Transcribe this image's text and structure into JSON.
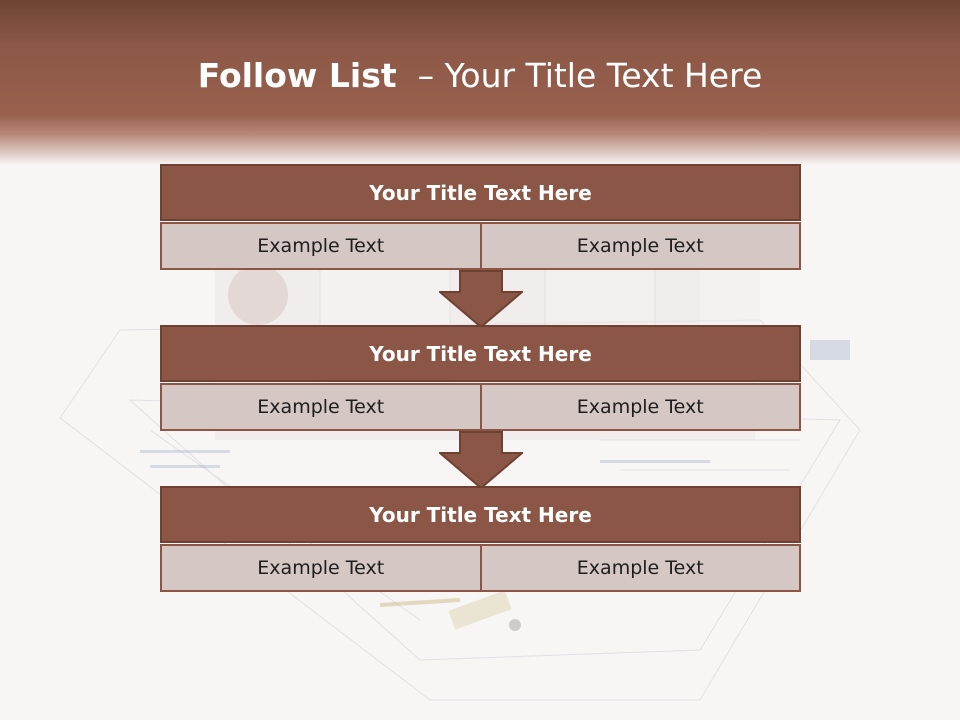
{
  "title": {
    "bold": "Follow List",
    "rest": "– Your Title Text Here"
  },
  "steps": [
    {
      "title": "Your Title Text Here",
      "left": "Example Text",
      "right": "Example Text"
    },
    {
      "title": "Your Title Text Here",
      "left": "Example Text",
      "right": "Example Text"
    },
    {
      "title": "Your Title Text Here",
      "left": "Example Text",
      "right": "Example Text"
    }
  ],
  "colors": {
    "header": "#8c5847",
    "box_header": "#8b5646",
    "box_cell": "#d5c7c3",
    "arrow": "#8b5646"
  }
}
